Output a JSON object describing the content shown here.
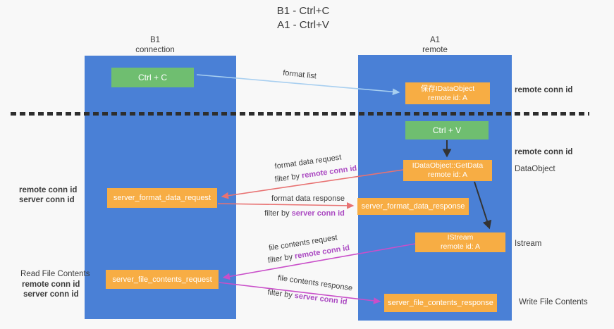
{
  "title": {
    "line1": "B1 - Ctrl+C",
    "line2": "A1 - Ctrl+V"
  },
  "columns": {
    "left": {
      "name": "B1",
      "role": "connection"
    },
    "right": {
      "name": "A1",
      "role": "remote"
    }
  },
  "boxes": {
    "ctrl_c": {
      "label": "Ctrl + C"
    },
    "ctrl_v": {
      "label": "Ctrl + V"
    },
    "save_dataobject": {
      "line1": "保存IDataObject",
      "line2": "remote id: A"
    },
    "getdata": {
      "line1": "IDataObject::GetData",
      "line2": "remote id: A"
    },
    "istream": {
      "line1": "IStream",
      "line2": "remote id: A"
    },
    "format_request": {
      "label": "server_format_data_request"
    },
    "format_response": {
      "label": "server_format_data_response"
    },
    "file_request": {
      "label": "server_file_contents_request"
    },
    "file_response": {
      "label": "server_file_contents_response"
    }
  },
  "arrow_labels": {
    "format_list": "format list",
    "format_data_request": "format data request",
    "format_data_response": "format data response",
    "file_contents_request": "file contents request",
    "file_contents_response": "file contents response",
    "filter_by": "filter by",
    "remote_conn_id": "remote conn id",
    "server_conn_id": "server conn id"
  },
  "side_labels": {
    "left": {
      "remote_conn_id": "remote conn id",
      "server_conn_id": "server conn id",
      "read_file_contents": "Read File Contents",
      "remote_conn_id_2": "remote conn id",
      "server_conn_id_2": "server conn id"
    },
    "right": {
      "remote_conn_id_top": "remote conn id",
      "remote_conn_id_mid": "remote conn id",
      "dataobject": "DataObject",
      "istream": "Istream",
      "write_file_contents": "Write File Contents"
    }
  },
  "colors": {
    "lane_blue": "#4a80d6",
    "box_green": "#6fbe70",
    "box_orange": "#f7ad44",
    "arrow_light_blue": "#a8cff0",
    "arrow_red": "#e87272",
    "arrow_magenta": "#c94fc9",
    "arrow_black": "#333333",
    "text_purple": "#ab4ac2",
    "text_green": "#58b560",
    "background": "#f8f8f8"
  }
}
